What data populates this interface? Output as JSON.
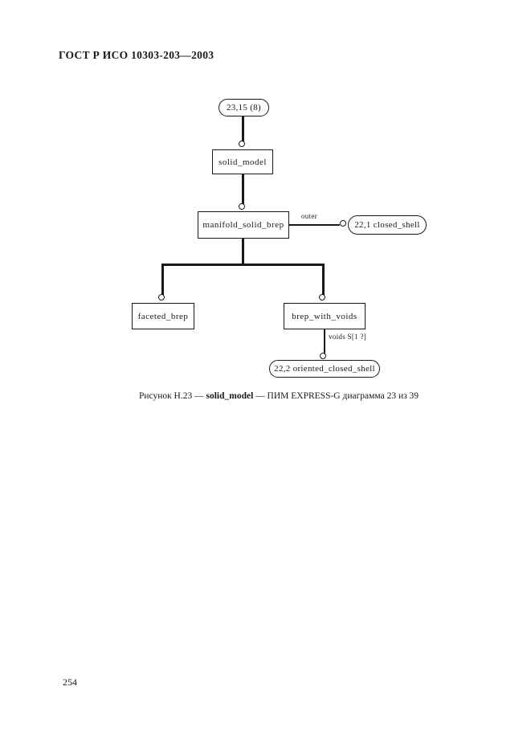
{
  "colors": {
    "ink": "#1a1a1a",
    "paper": "#ffffff"
  },
  "page": {
    "header": "ГОСТ Р ИСО 10303-203—2003",
    "page_number": "254"
  },
  "diagram": {
    "nodes": {
      "page_ref": "23,15 (8)",
      "solid_model": "solid_model",
      "manifold_solid_brep": "manifold_solid_brep",
      "closed_shell": "22,1 closed_shell",
      "faceted_brep": "faceted_brep",
      "brep_with_voids": "brep_with_voids",
      "oriented_closed_shell": "22,2 oriented_closed_shell"
    },
    "edge_labels": {
      "outer": "outer",
      "voids": "voids S[1 ?]"
    }
  },
  "caption": {
    "figure_prefix": "Рисунок Н.23 — ",
    "entity": "solid_model",
    "suffix": " — ПИМ EXPRESS-G диаграмма 23 из 39"
  }
}
